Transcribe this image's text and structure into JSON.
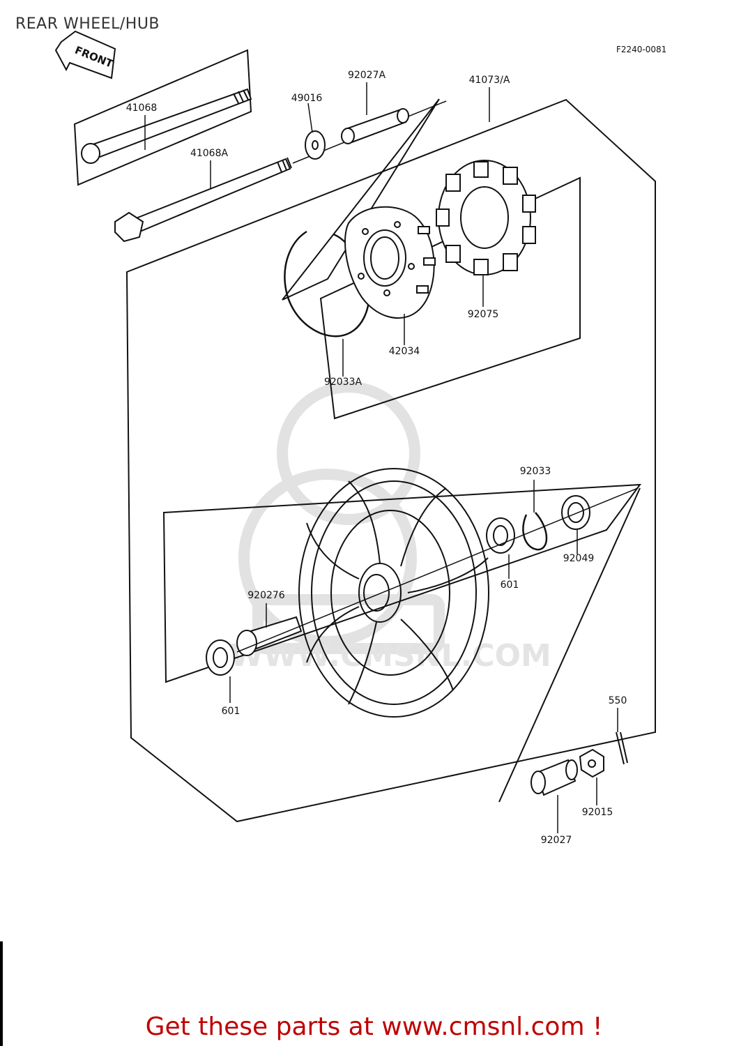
{
  "page": {
    "title": "REAR WHEEL/HUB",
    "diagram_ref": "F2240-0081",
    "front_arrow": "FRONT",
    "watermark": "WWW.CMSNL.COM",
    "footer": "Get these parts at www.cmsnl.com !"
  },
  "labels": {
    "p41068": "41068",
    "p41068A": "41068A",
    "p49016": "49016",
    "p92027A": "92027A",
    "p41073A": "41073/A",
    "p92075": "92075",
    "p42034": "42034",
    "p92033A": "92033A",
    "p92033": "92033",
    "p92049": "92049",
    "p601_right": "601",
    "p92027B": "920276",
    "p601_left": "601",
    "p550": "550",
    "p92015": "92015",
    "p92027": "92027"
  },
  "colors": {
    "line": "#111111",
    "footer": "#c00000",
    "watermark": "#e4e4e4"
  }
}
